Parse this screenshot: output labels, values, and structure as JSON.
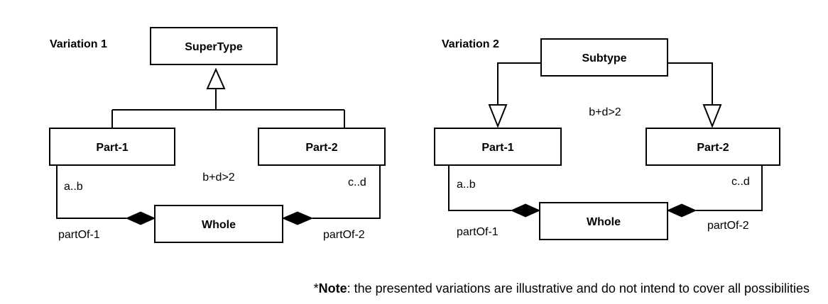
{
  "variation1": {
    "title": "Variation 1",
    "supertype": "SuperType",
    "part1": "Part-1",
    "part2": "Part-2",
    "whole": "Whole",
    "constraint": "b+d>2",
    "mult1": "a..b",
    "mult2": "c..d",
    "role1": "partOf-1",
    "role2": "partOf-2"
  },
  "variation2": {
    "title": "Variation 2",
    "subtype": "Subtype",
    "part1": "Part-1",
    "part2": "Part-2",
    "whole": "Whole",
    "constraint": "b+d>2",
    "mult1": "a..b",
    "mult2": "c..d",
    "role1": "partOf-1",
    "role2": "partOf-2"
  },
  "note": {
    "prefix": "*",
    "bold": "Note",
    "text": ": the presented variations are illustrative and do not intend to cover all possibilities"
  }
}
